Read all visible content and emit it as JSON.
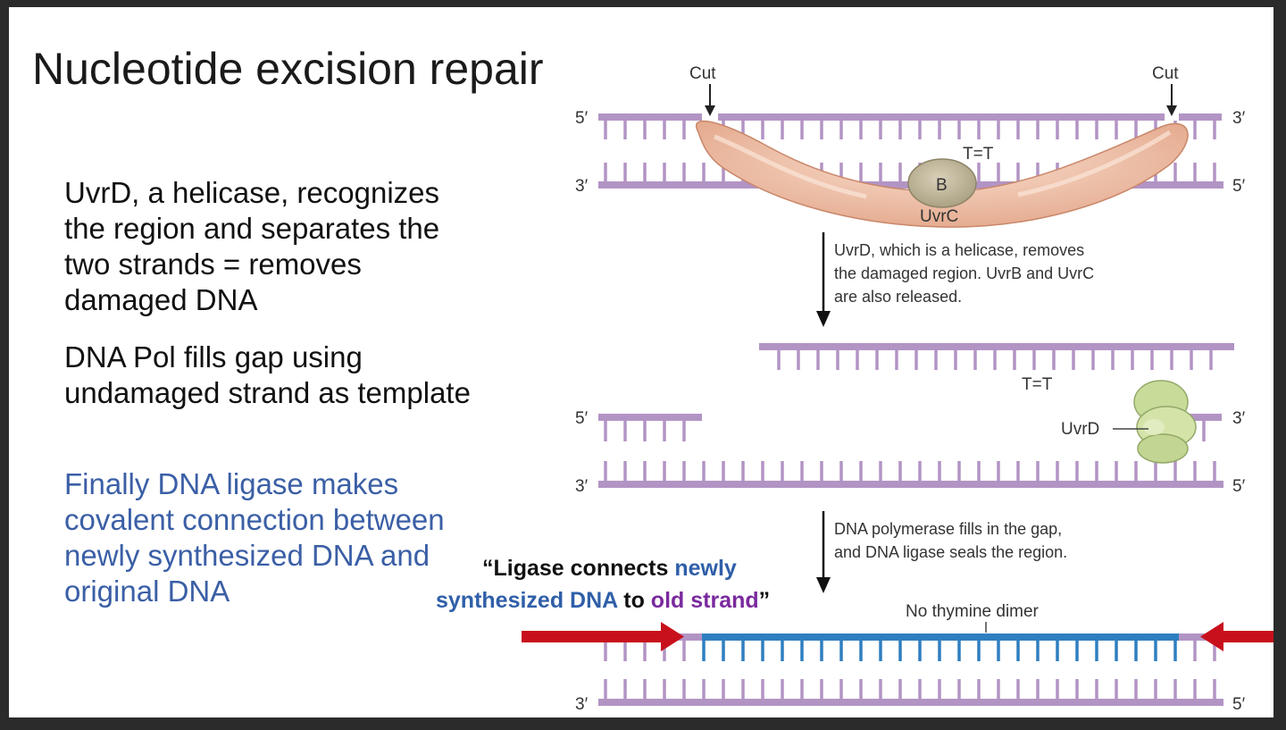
{
  "slide": {
    "title": "Nucleotide excision repair",
    "para1": "UvrD, a helicase, recognizes the region and separates the two strands = removes damaged DNA",
    "para2": "DNA Pol fills gap using undamaged strand as template",
    "para3": "Finally DNA ligase makes covalent connection between newly synthesized DNA and original DNA"
  },
  "diagram": {
    "cut": "Cut",
    "five_prime": "5′",
    "three_prime": "3′",
    "dimer": "T=T",
    "protein_b": "B",
    "uvrc": "UvrC",
    "uvrd": "UvrD",
    "caption1": {
      "line1": "UvrD, which is a helicase, removes",
      "line2": "the damaged region. UvrB and UvrC",
      "line3": "are also released."
    },
    "caption2": {
      "line1": "DNA polymerase fills in the gap,",
      "line2": "and DNA ligase seals the region."
    },
    "no_dimer": "No thymine dimer",
    "quote": {
      "open": "“Ligase connects ",
      "newly": "newly",
      "synth": "synthesized DNA",
      "to": " to ",
      "old": "old strand",
      "close": "”"
    }
  },
  "colors": {
    "strand": "#b294c4",
    "new_strand": "#2f7fc0",
    "arrow": "#c8101c",
    "blue_text": "#2f5fa8",
    "purple_text": "#7a2a9e",
    "enzyme": "#e9b59a",
    "uvrd_protein": "#c8dc9a"
  }
}
